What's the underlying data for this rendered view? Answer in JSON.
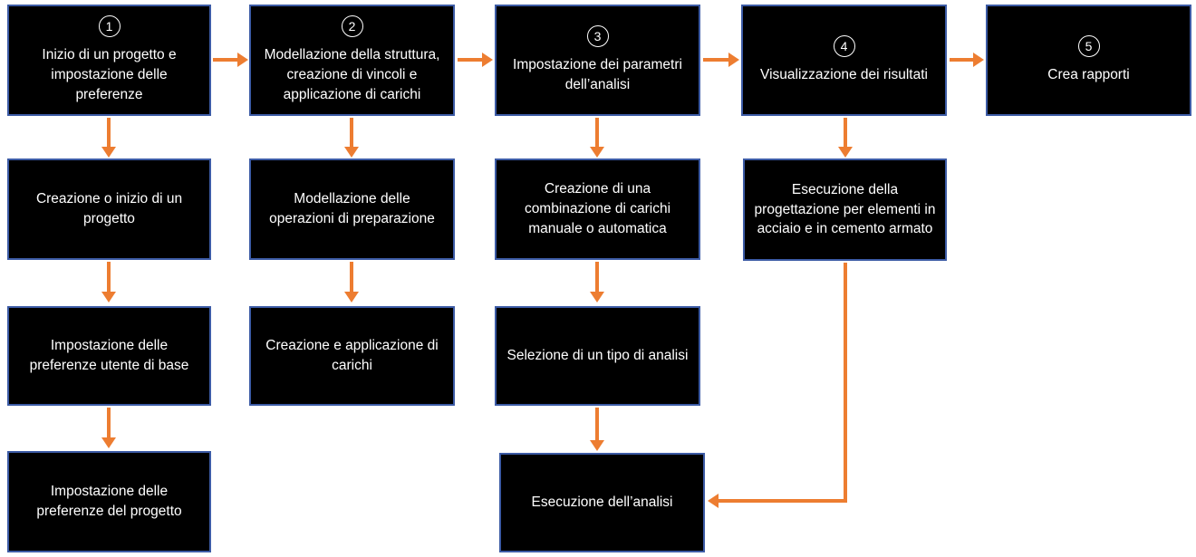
{
  "diagram": {
    "type": "flowchart",
    "colors": {
      "arrow": "#ED7D31",
      "box_background": "#000000",
      "box_border": "#3C5BA5",
      "box_text": "#FFFFFF"
    },
    "boxes": [
      {
        "number": "1",
        "label": "Inizio di un progetto e impostazione delle preferenze"
      },
      {
        "number": "2",
        "label": "Modellazione della struttura, creazione di vincoli e applicazione di carichi"
      },
      {
        "number": "3",
        "label": "Impostazione dei parametri dell’analisi"
      },
      {
        "number": "4",
        "label": "Visualizzazione dei risultati"
      },
      {
        "number": "5",
        "label": "Crea rapporti"
      },
      {
        "label": "Creazione o inizio di un progetto"
      },
      {
        "label": "Modellazione delle operazioni di preparazione"
      },
      {
        "label": "Creazione di una combinazione di carichi manuale o automatica"
      },
      {
        "label": "Esecuzione della progettazione per elementi in acciaio e in cemento armato"
      },
      {
        "label": "Impostazione delle preferenze utente di base"
      },
      {
        "label": "Creazione e applicazione di carichi"
      },
      {
        "label": "Selezione di un tipo di analisi"
      },
      {
        "label": "Impostazione delle preferenze del progetto"
      },
      {
        "label": "Esecuzione dell’analisi"
      }
    ]
  }
}
